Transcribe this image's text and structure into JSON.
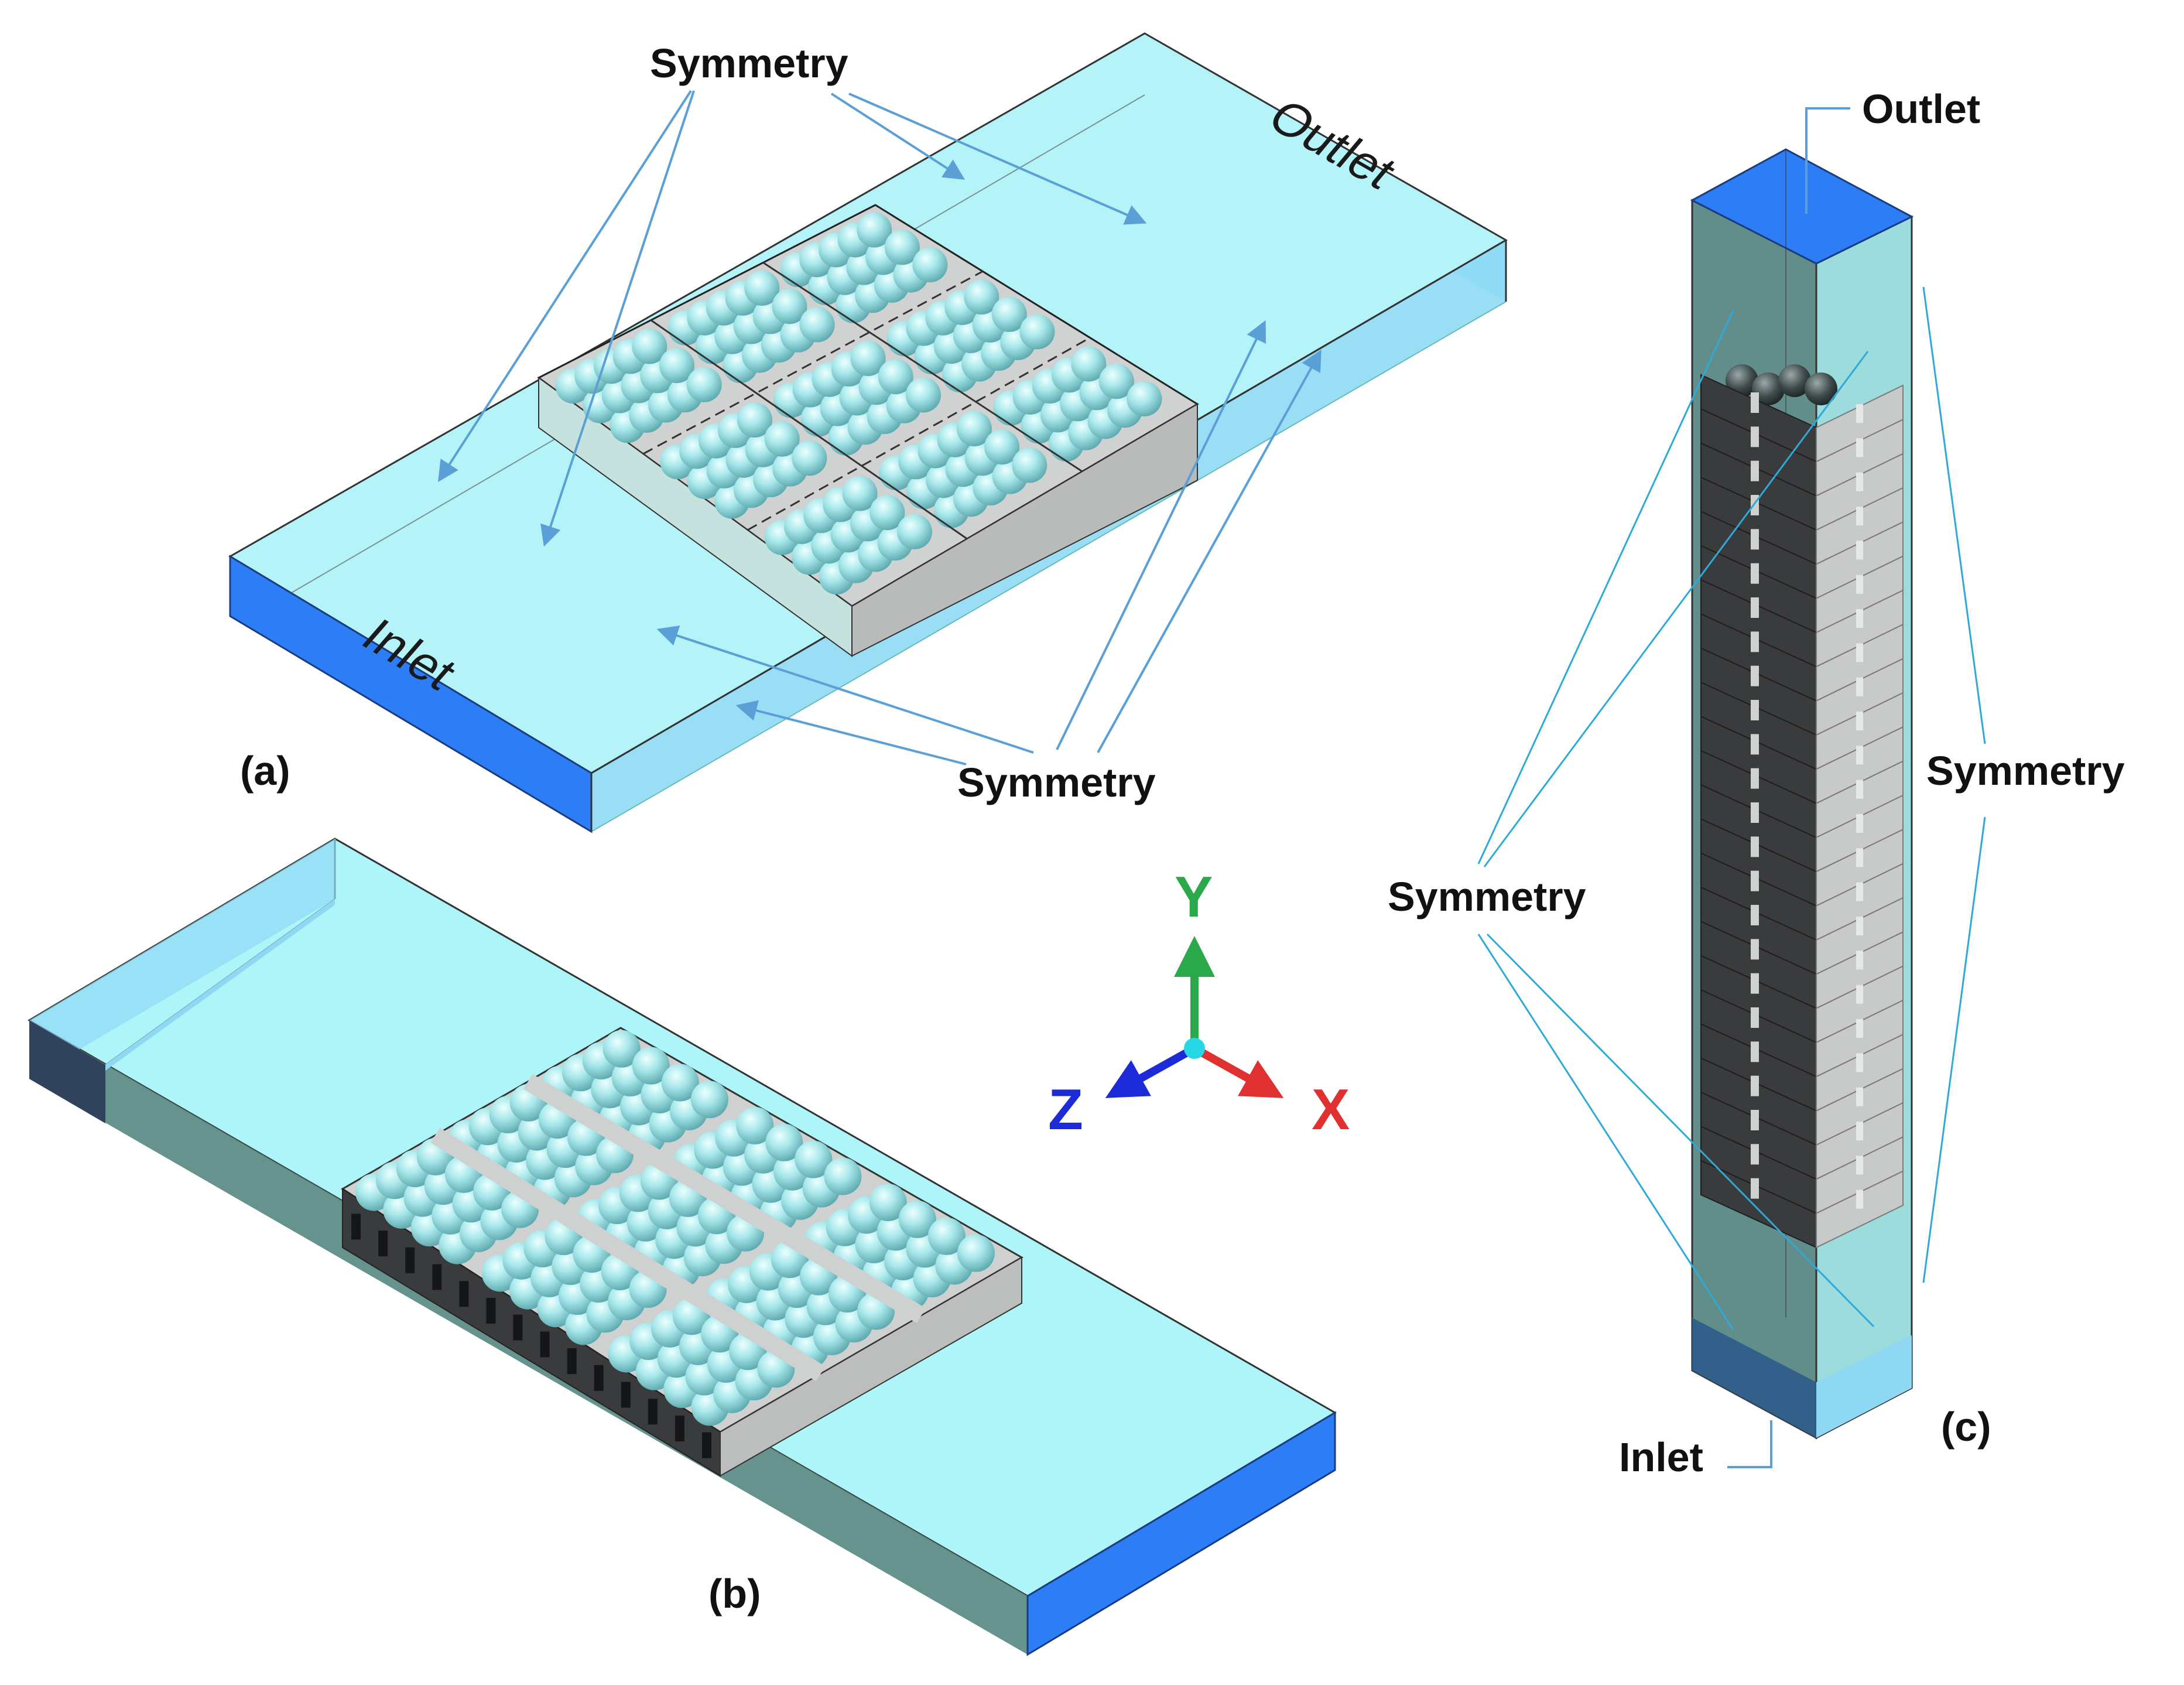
{
  "panels": {
    "a": {
      "caption": "(a)",
      "inlet": "Inlet",
      "outlet": "Outlet",
      "symmetry_top": "Symmetry",
      "symmetry_bottom": "Symmetry"
    },
    "b": {
      "caption": "(b)"
    },
    "c": {
      "caption": "(c)",
      "inlet": "Inlet",
      "outlet": "Outlet",
      "symmetry_left": "Symmetry",
      "symmetry_right": "Symmetry"
    }
  },
  "axes": {
    "x_label": "X",
    "y_label": "Y",
    "z_label": "Z"
  },
  "colors": {
    "fluid_face": "#b4f3f8",
    "fluid_top": "#aef5fa",
    "fluid_side": "#8fd8f3",
    "inlet_outlet": "#2d7df6",
    "dark_side": "#5e8d88",
    "packing_light": "#cfd0d0",
    "packing_dark": "#3a3b3d",
    "sphere": "#9fe1e4",
    "leader_line": "#5a9fd6",
    "axis_x": "#e03131",
    "axis_y": "#2aa84a",
    "axis_z": "#1d2ad8",
    "axis_origin": "#28d7e6"
  }
}
